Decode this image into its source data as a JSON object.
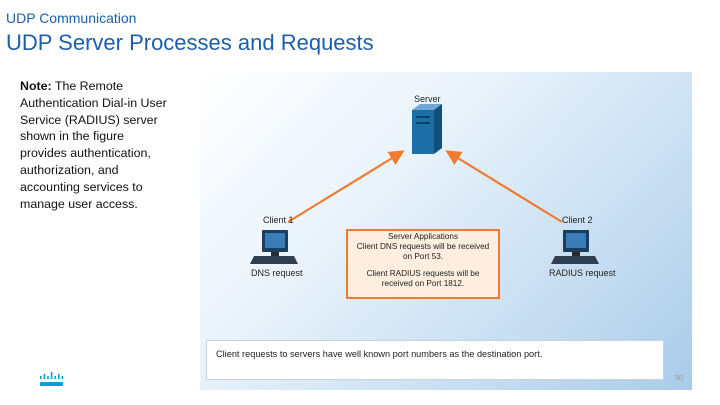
{
  "header": {
    "section": "UDP Communication",
    "title": "UDP Server Processes and Requests"
  },
  "note": {
    "lead": "Note:",
    "text": "The Remote Authentication Dial-in User Service (RADIUS) server shown in the figure provides authentication, authorization, and accounting services to manage user access."
  },
  "figure": {
    "server_label": "Server",
    "client1_label": "Client 1",
    "client1_request": "DNS request",
    "client2_label": "Client 2",
    "client2_request": "RADIUS request",
    "apps_box": {
      "title": "Server Applications",
      "line1": "Client DNS requests will be received",
      "line2": "on Port 53.",
      "line3": "Client RADIUS requests will be",
      "line4": "received on Port 1812."
    },
    "caption": "Client requests to servers have well known port numbers as the destination port."
  },
  "footer": {
    "page_number": "50"
  },
  "colors": {
    "title_blue": "#1c5fa8",
    "arrow_orange": "#f07b2f",
    "server_blue": "#1e6ea6",
    "logo_blue": "#049fd9"
  },
  "icons": [
    "server-icon",
    "computer-icon",
    "cisco-logo"
  ]
}
